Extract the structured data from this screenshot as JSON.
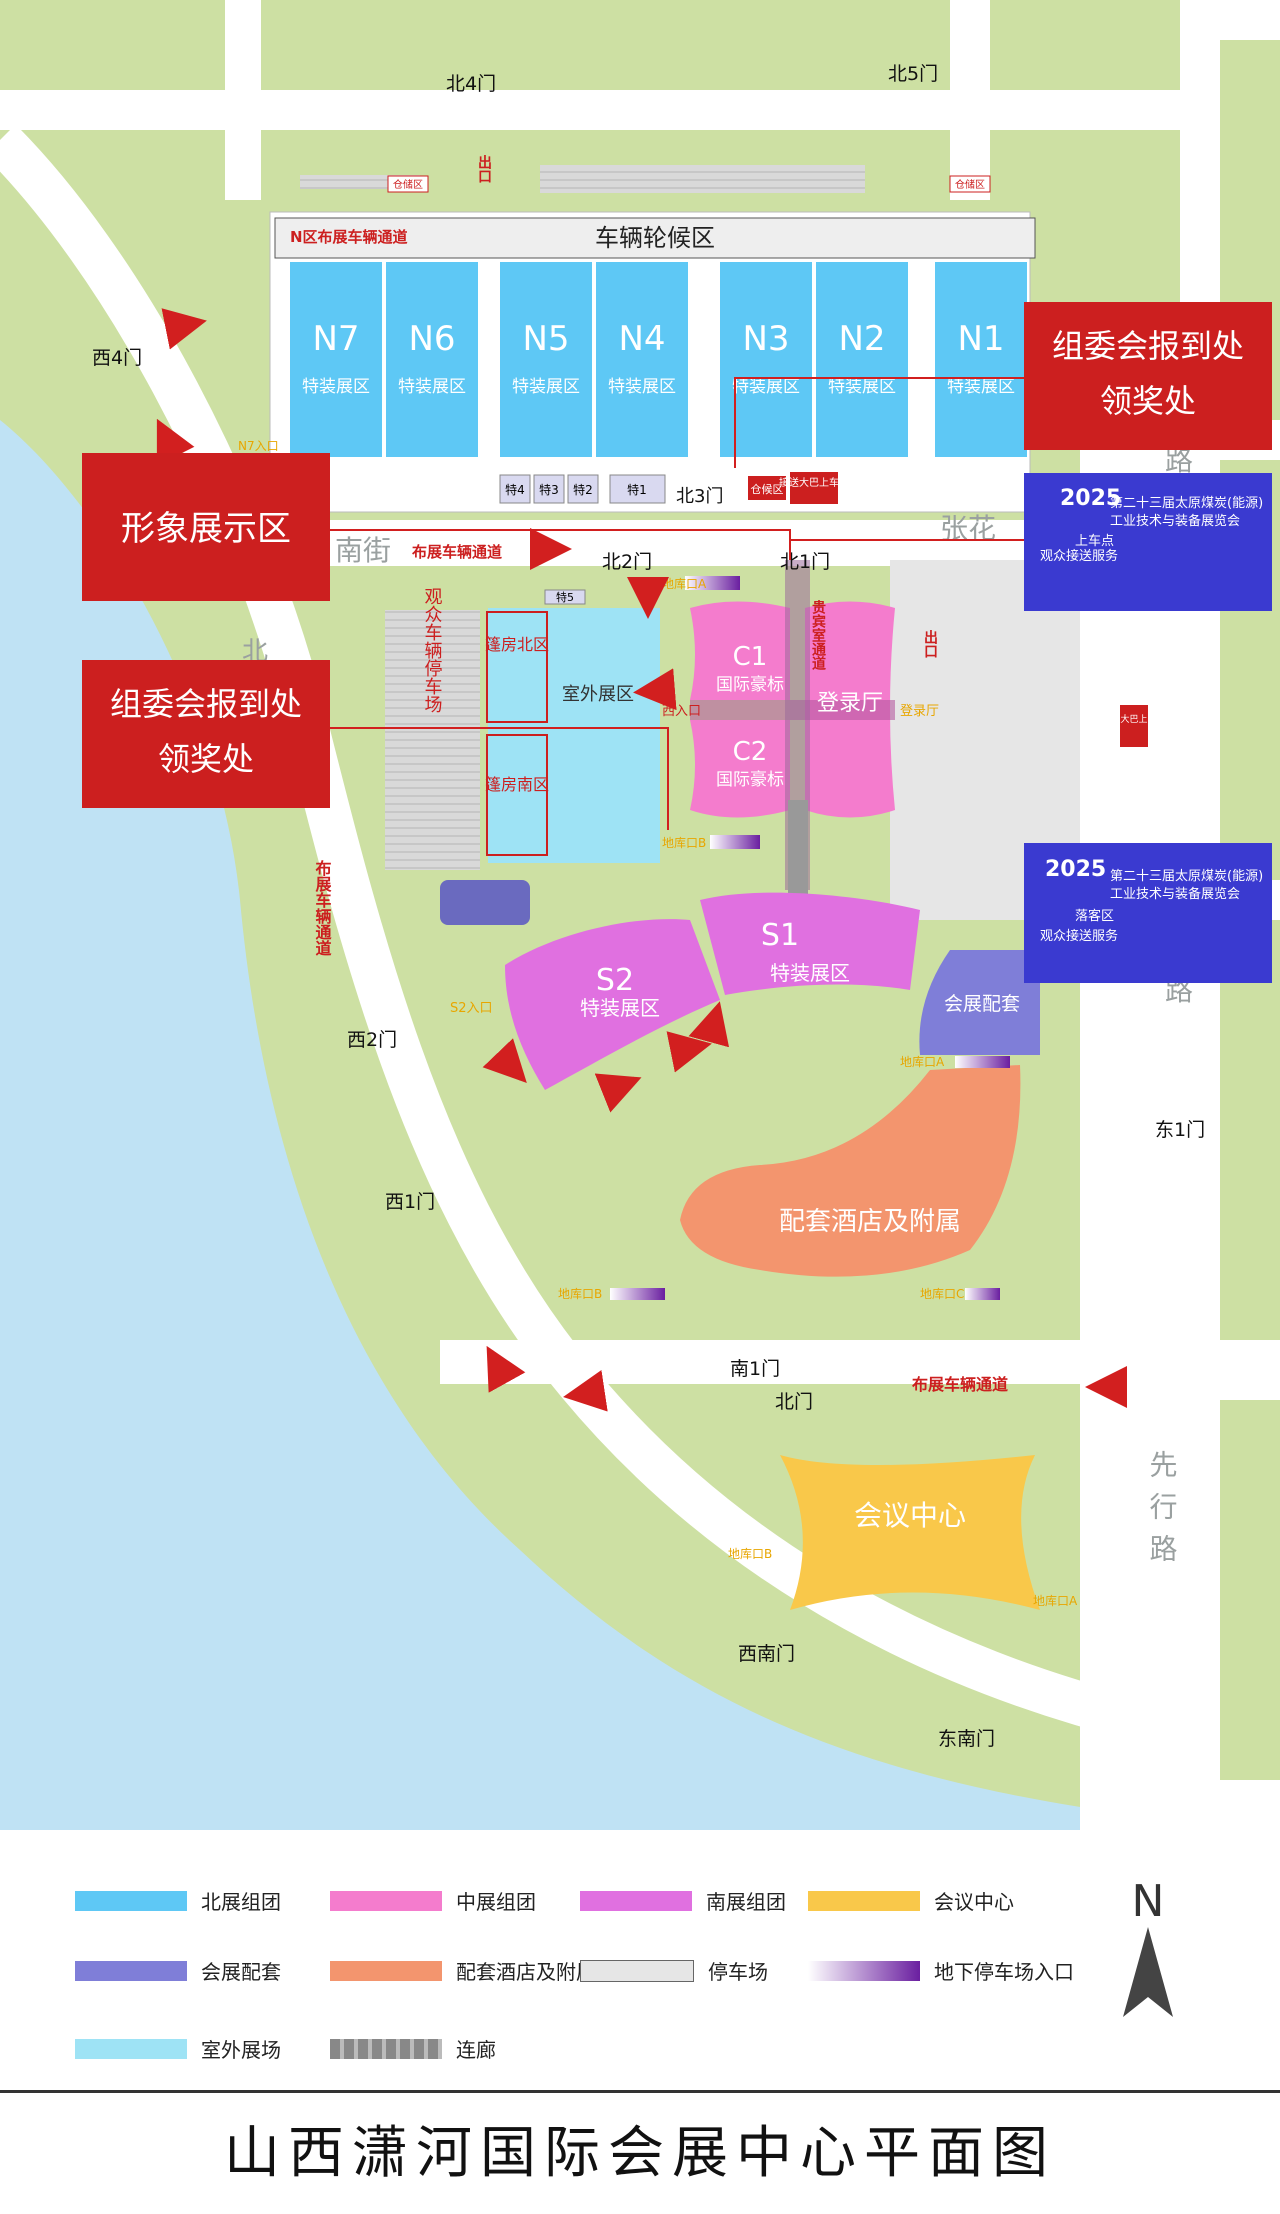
{
  "title": "山西潇河国际会展中心平面图",
  "colors": {
    "north_group": "#5ec8f5",
    "central_group": "#f47ccd",
    "south_group": "#e070e0",
    "conference": "#f9c84a",
    "supporting": "#7f7ed8",
    "hotel": "#f3956e",
    "parking": "#e6e6e6",
    "outdoor": "#9ee3f5",
    "grass": "#cfe2a6",
    "water": "#bfe2f4",
    "alert_red": "#cc1f1f"
  },
  "map": {
    "halls": {
      "N7": "N7",
      "N6": "N6",
      "N5": "N5",
      "N4": "N4",
      "N3": "N3",
      "N2": "N2",
      "N1": "N1",
      "special": "特装展区",
      "C1": "C1",
      "C2": "C2",
      "intl": "国际豪标",
      "S1": "S1",
      "S2": "S2",
      "registration": "登录厅",
      "outdoor": "室外展区",
      "booth_north": "篷房北区",
      "booth_south": "篷房南区",
      "support": "会展配套",
      "hotel": "配套酒店及附属",
      "conference": "会议中心",
      "vehicle_wait": "车辆轮候区"
    },
    "gates": {
      "north4": "北4门",
      "north5": "北5门",
      "north3": "北3门",
      "north2": "北2门",
      "north1": "北1门",
      "west4": "西4门",
      "west2": "西2门",
      "west1": "西1门",
      "east1": "东1门",
      "south1": "南1门",
      "north_gate": "北门",
      "southwest": "西南门",
      "southeast": "东南门",
      "exit": "出口",
      "west_entry": "西入口",
      "s2_entry": "S2入口",
      "n7_entry": "N7入口"
    },
    "roads": {
      "nanjie": "南街",
      "zhanghua": "张花",
      "xianxing": "先行路",
      "lu": "路",
      "north": "北",
      "n_channel": "N区布展车辆通道",
      "channel": "布展车辆通道",
      "channel_v": "布展车辆通道",
      "vip": "贵宾室通道"
    },
    "small": {
      "storage": "仓储区",
      "waiting": "仓候区",
      "shuttle": "接送大巴上车点",
      "image_area": "形象展示区",
      "t4": "特4",
      "t3": "特3",
      "t2": "特2",
      "t1": "特1",
      "t5": "特5",
      "garage_a": "地库口A",
      "garage_b": "地库口B",
      "garage_c": "地库口C",
      "parking_v": "观众车辆停车场"
    },
    "callouts": {
      "reg_award": "组委会报到处\n领奖处",
      "reg_award_line1": "组委会报到处",
      "reg_award_line2": "领奖处",
      "image": "形象展示区"
    },
    "banners": {
      "year": "2025",
      "title_line1": "第二十三届太原煤炭(能源)",
      "title_line2": "工业技术与装备展览会",
      "pickup": "上车点",
      "dropoff": "落客区",
      "service": "观众接送服务"
    }
  },
  "legend": {
    "items": [
      {
        "label": "北展组团",
        "color": "#5ec8f5"
      },
      {
        "label": "中展组团",
        "color": "#f47ccd"
      },
      {
        "label": "南展组团",
        "color": "#e070e0"
      },
      {
        "label": "会议中心",
        "color": "#f9c84a"
      },
      {
        "label": "会展配套",
        "color": "#7f7ed8"
      },
      {
        "label": "配套酒店及附属",
        "color": "#f3956e"
      },
      {
        "label": "停车场",
        "color": "#e6e6e6"
      },
      {
        "label": "地下停车场入口",
        "color": "#7a2fa8"
      },
      {
        "label": "室外展场",
        "color": "#9ee3f5"
      },
      {
        "label": "连廊",
        "color": "#888888"
      }
    ],
    "north": "N"
  }
}
